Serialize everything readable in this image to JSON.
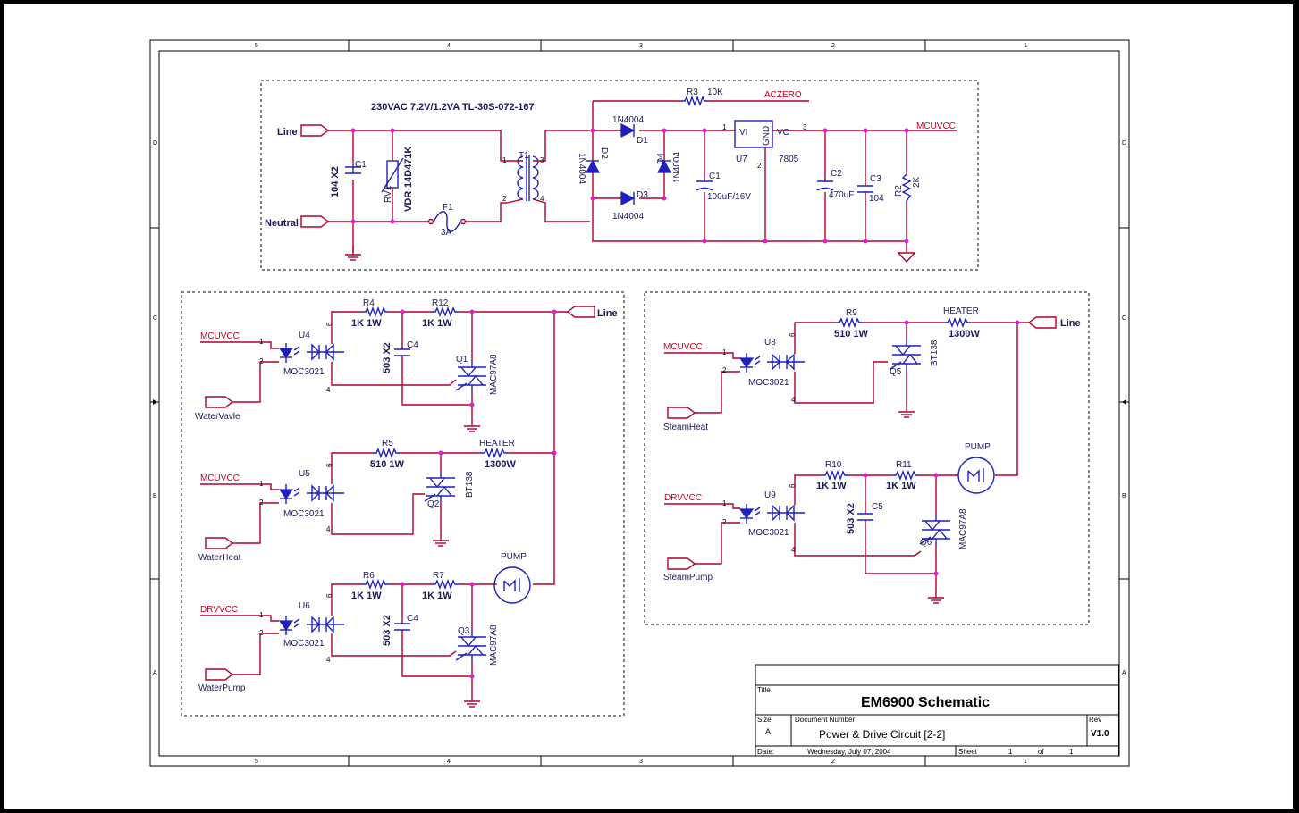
{
  "zones": {
    "cols": [
      "5",
      "4",
      "3",
      "2",
      "1"
    ],
    "rows": [
      "D",
      "C",
      "B",
      "A"
    ]
  },
  "power_block": {
    "transformer_spec": "230VAC  7.2V/1.2VA TL-30S-072-167",
    "port_line": "Line",
    "port_neutral": "Neutral",
    "c1x": {
      "ref": "C1",
      "value": "104 X2"
    },
    "rv1": {
      "ref": "RV1",
      "value": "VDR-14D471K"
    },
    "f1": {
      "ref": "F1",
      "value": "3A"
    },
    "t1": {
      "ref": "T1"
    },
    "d1": {
      "ref": "D1",
      "value": "1N4004"
    },
    "d2": {
      "ref": "D2",
      "value": "1N4004"
    },
    "d3": {
      "ref": "D3",
      "value": "1N4004"
    },
    "d4": {
      "ref": "D4",
      "value": "1N4004"
    },
    "r3": {
      "ref": "R3",
      "value": "10K"
    },
    "net_aczero": "ACZERO",
    "c1": {
      "ref": "C1",
      "value": "100uF/16V"
    },
    "u7": {
      "ref": "U7",
      "value": "7805",
      "pin_vi": "VI",
      "pin_gnd": "GND",
      "pin_vo": "VO"
    },
    "c2": {
      "ref": "C2",
      "value": "470uF"
    },
    "c3": {
      "ref": "C3",
      "value": "104"
    },
    "r2": {
      "ref": "R2",
      "value": "2K"
    },
    "net_mcuvcc": "MCUVCC",
    "pins": [
      "1",
      "2",
      "3",
      "4",
      "1",
      "2",
      "3"
    ]
  },
  "water_block": {
    "port_line": "Line",
    "ch1": {
      "net": "MCUVCC",
      "port": "WaterVavle",
      "u": "U4",
      "opto": "MOC3021",
      "r_a": "R4",
      "r_a_val": "1K  1W",
      "r_b": "R12",
      "r_b_val": "1K  1W",
      "cap": "C4",
      "cap_val": "503  X2",
      "q": "Q1",
      "q_val": "MAC97A8"
    },
    "ch2": {
      "net": "MCUVCC",
      "port": "WaterHeat",
      "u": "U5",
      "opto": "MOC3021",
      "r_a": "R5",
      "r_a_val": "510  1W",
      "load": "HEATER",
      "load_val": "1300W",
      "q": "Q2",
      "q_val": "BT138"
    },
    "ch3": {
      "net": "DRVVCC",
      "port": "WaterPump",
      "u": "U6",
      "opto": "MOC3021",
      "r_a": "R6",
      "r_a_val": "1K  1W",
      "r_b": "R7",
      "r_b_val": "1K  1W",
      "cap": "C4",
      "cap_val": "503  X2",
      "q": "Q3",
      "q_val": "MAC97A8",
      "load": "PUMP"
    }
  },
  "steam_block": {
    "port_line": "Line",
    "ch1": {
      "net": "MCUVCC",
      "port": "SteamHeat",
      "u": "U8",
      "opto": "MOC3021",
      "r_a": "R9",
      "r_a_val": "510  1W",
      "load": "HEATER",
      "load_val": "1300W",
      "q": "Q5",
      "q_val": "BT138"
    },
    "ch2": {
      "net": "DRVVCC",
      "port": "SteamPump",
      "u": "U9",
      "opto": "MOC3021",
      "r_a": "R10",
      "r_a_val": "1K  1W",
      "r_b": "R11",
      "r_b_val": "1K  1W",
      "cap": "C5",
      "cap_val": "503  X2",
      "q": "Q6",
      "q_val": "MAC97A8",
      "load": "PUMP"
    }
  },
  "opto_pins": [
    "1",
    "2",
    "4",
    "6"
  ],
  "title_block": {
    "title_label": "Title",
    "title": "EM6900 Schematic",
    "size_label": "Size",
    "size": "A",
    "docnum_label": "Document Number",
    "docnum": "Power & Drive Circuit [2-2]",
    "rev_label": "Rev",
    "rev": "V1.0",
    "date_label": "Date:",
    "date": "Wednesday, July 07, 2004",
    "sheet_label": "Sheet",
    "sheet": "1",
    "of_label": "of",
    "of": "1"
  },
  "colors": {
    "wire": "#b0002c",
    "component": "#1f1fbf",
    "junction": "#e020d0",
    "net_label": "#d00022"
  }
}
